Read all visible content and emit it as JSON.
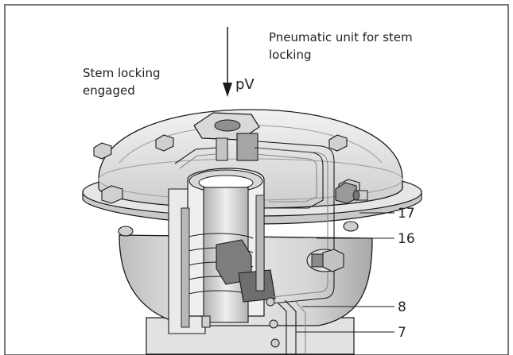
{
  "labels": {
    "pneumatic_unit_line1": "Pneumatic unit for stem",
    "pneumatic_unit_line2": "locking",
    "stem_locking_line1": "Stem locking",
    "stem_locking_line2": "engaged",
    "pressure_symbol": "pV"
  },
  "callouts": [
    "17",
    "16",
    "8",
    "7"
  ],
  "colors": {
    "line": "#1a1a1a",
    "body_light": "#e9e9e9",
    "body_mid": "#cfcfcf",
    "body_dark": "#9a9a9a",
    "pipe": "#b8b8b8"
  }
}
